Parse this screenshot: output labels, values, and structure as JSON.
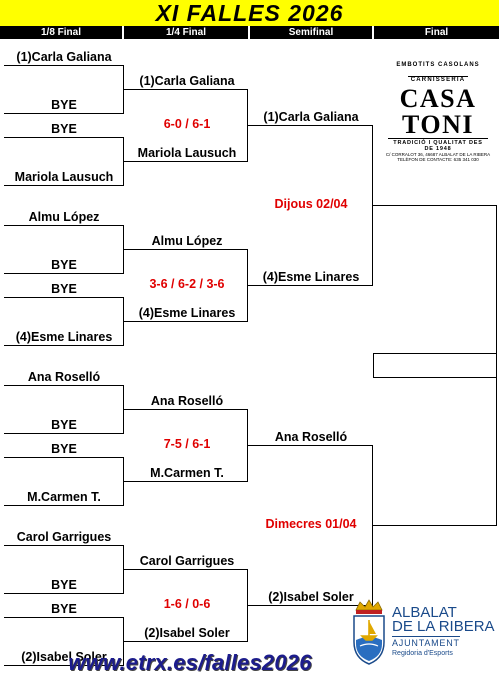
{
  "title": "XI FALLES 2026",
  "rounds": [
    "1/8 Final",
    "1/4 Final",
    "Semifinal",
    "Final"
  ],
  "r16": [
    "(1)Carla Galiana",
    "BYE",
    "BYE",
    "Mariola Lausuch",
    "Almu López",
    "BYE",
    "BYE",
    "(4)Esme Linares",
    "Ana Roselló",
    "BYE",
    "BYE",
    "M.Carmen T.",
    "Carol Garrigues",
    "BYE",
    "BYE",
    "(2)Isabel Soler"
  ],
  "qf": [
    "(1)Carla Galiana",
    "Mariola Lausuch",
    "Almu López",
    "(4)Esme Linares",
    "Ana Roselló",
    "M.Carmen T.",
    "Carol Garrigues",
    "(2)Isabel Soler"
  ],
  "qf_scores": [
    "6-0 / 6-1",
    "3-6 / 6-2 / 3-6",
    "7-5 / 6-1",
    "1-6 / 0-6"
  ],
  "sf": [
    "(1)Carla Galiana",
    "(4)Esme Linares",
    "Ana Roselló",
    "(2)Isabel Soler"
  ],
  "sf_dates": [
    "Dijous 02/04",
    "Dimecres 01/04"
  ],
  "url": "www.etrx.es/falles2026",
  "sponsor": {
    "line1": "EMBOTITS CASOLANS",
    "line2": "CARNISSERIA",
    "name": "CASA TONI",
    "tagline": "TRADICIÓ I QUALITAT DES DE 1948",
    "address": "C/ CORRALOT 36, 46687 ALBALAT DE LA RIBERA",
    "phone": "TELÈFON DE CONTACTE: 635 341 030"
  },
  "council": {
    "name1": "ALBALAT",
    "name2": "DE LA RIBERA",
    "ajuntament": "AJUNTAMENT",
    "regidoria": "Regidoria d'Esports"
  },
  "colors": {
    "banner": "#ffff00",
    "score": "#e00000",
    "url": "#1c1c8c",
    "council": "#1a4a8a"
  }
}
